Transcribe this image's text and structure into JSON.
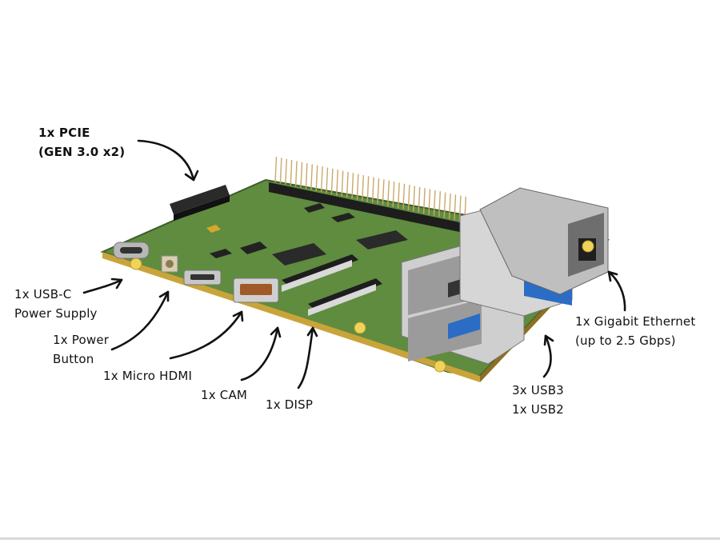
{
  "annotations": {
    "pcie": [
      "1x PCIE",
      "(GEN 3.0 x2)"
    ],
    "usbc": [
      "1x USB-C",
      "Power Supply"
    ],
    "power_button": [
      "1x Power",
      "Button"
    ],
    "micro_hdmi": [
      "1x Micro HDMI"
    ],
    "cam": [
      "1x CAM"
    ],
    "disp": [
      "1x DISP"
    ],
    "usb": [
      "3x USB3",
      "1x USB2"
    ],
    "ethernet": [
      "1x Gigabit Ethernet",
      "(up to 2.5 Gbps)"
    ]
  },
  "colors": {
    "pcb": "#5f8c3f",
    "pcb_edge": "#c9a43a",
    "metal": "#c9c9c9",
    "usb3_blue": "#2b6cc4",
    "chip": "#222222",
    "header_pins": "#c8a96a"
  }
}
